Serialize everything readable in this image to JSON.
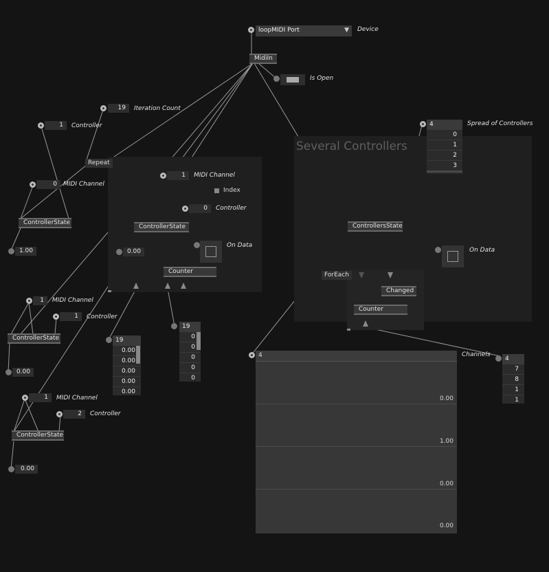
{
  "device": {
    "value": "loopMIDI Port",
    "label": "Device",
    "arrow": "▼"
  },
  "midiin": {
    "label": "MidiIn"
  },
  "is_open": {
    "label": "Is Open"
  },
  "repeat": {
    "label": "Repeat",
    "iteration_count": "19",
    "iteration_label": "Iteration Count"
  },
  "left1": {
    "controller_value": "1",
    "controller_label": "Controller",
    "channel_value": "0",
    "channel_label": "MIDI Channel",
    "node": "ControllerState",
    "output": "1.00"
  },
  "loop": {
    "channel_value": "1",
    "channel_label": "MIDI Channel",
    "index_label": "Index",
    "controller_value": "0",
    "controller_label": "Controller",
    "node": "ControllerState",
    "on_data_label": "On Data",
    "output": "0.00",
    "counter": "Counter",
    "spread_a": {
      "count": "19",
      "rows": [
        "0.00",
        "0.00",
        "0.00",
        "0.00",
        "0.00"
      ]
    },
    "spread_b": {
      "count": "19",
      "rows": [
        "0",
        "0",
        "0",
        "0",
        "0"
      ]
    }
  },
  "left2": {
    "channel_value": "1",
    "channel_label": "MIDI Channel",
    "controller_value": "1",
    "controller_label": "Controller",
    "node": "ControllerState",
    "output": "0.00"
  },
  "left3": {
    "channel_value": "1",
    "channel_label": "MIDI Channel",
    "controller_value": "2",
    "controller_label": "Controller",
    "node": "ControllerState",
    "output": "0.00"
  },
  "several": {
    "title": "Several Controllers",
    "spread_count": "4",
    "spread_label": "Spread of Controllers",
    "spread_rows": [
      "0",
      "1",
      "2",
      "3"
    ],
    "node": "ControllersState",
    "on_data_label": "On Data",
    "foreach": "ForEach",
    "changed": "Changed",
    "counter": "Counter"
  },
  "values": {
    "count": "4",
    "rows": [
      "0.00",
      "1.00",
      "0.00",
      "0.00"
    ]
  },
  "channels": {
    "count": "4",
    "label": "Channels",
    "rows": [
      "7",
      "8",
      "1",
      "1"
    ]
  }
}
